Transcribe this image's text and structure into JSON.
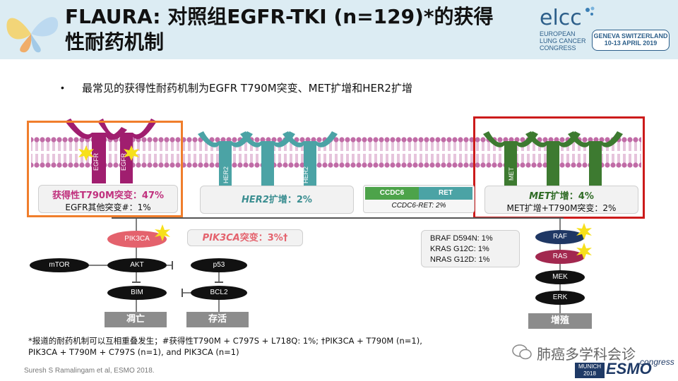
{
  "header": {
    "title_line1": "FLAURA: 对照组EGFR-TKI (n=129)*的获得",
    "title_line2": "性耐药机制",
    "conf_logo": "elcc",
    "conf_lines": [
      "EUROPEAN",
      "LUNG CANCER",
      "CONGRESS"
    ],
    "conf_location": "GENEVA SWITZERLAND",
    "conf_dates": "10-13 APRIL 2019"
  },
  "bullet": "最常见的获得性耐药机制为EGFR T790M突变、MET扩增和HER2扩增",
  "egfr": {
    "receptor_label": "EGFR",
    "t790m": "获得性T790M突变：47%",
    "other": "EGFR其他突变#：1%"
  },
  "her2": {
    "receptor_label": "HER2",
    "amp_italic": "HER2",
    "amp_text": "扩增：2%"
  },
  "ccdc6": {
    "left_label": "CCDC6",
    "right_label": "RET",
    "fusion": "CCDC6-RET: 2%"
  },
  "met": {
    "receptor_label": "MET",
    "amp_italic": "MET",
    "amp_text": "扩增：4%",
    "combo": "MET扩增+T790M突变：2%"
  },
  "pathway": {
    "pik3ca": "PIK3CA",
    "pik3ca_mut_italic": "PIK3CA",
    "pik3ca_mut_text": "突变：3%†",
    "mtor": "mTOR",
    "akt": "AKT",
    "p53": "p53",
    "bim": "BIM",
    "bcl2": "BCL2",
    "apoptosis": "凋亡",
    "survival": "存活",
    "raf": "RAF",
    "ras": "RAS",
    "mek": "MEK",
    "erk": "ERK",
    "proliferation": "增殖",
    "braf": "BRAF D594N: 1%",
    "kras": "KRAS G12C: 1%",
    "nras": "NRAS G12D: 1%"
  },
  "footnote": {
    "line1": "*报道的耐药机制可以互相重叠发生；#获得性T790M + C797S + L718Q: 1%; †PIK3CA + T790M (n=1),",
    "line2": "PIK3CA + T790M + C797S (n=1), and PIK3CA (n=1)"
  },
  "source": "Suresh S Ramalingam et al, ESMO 2018.",
  "watermark": "肺癌多学科会诊",
  "esmo": {
    "city": "MUNICH",
    "year": "2018",
    "brand": "ESMO",
    "congress": "congress"
  },
  "colors": {
    "egfr": "#a01e6f",
    "her2": "#4ba3a5",
    "met": "#3d7a30",
    "membrane": "#c06ba6",
    "orange_box": "#f07e2c",
    "red_box": "#cc1b1b",
    "header_bg": "#dcecf3"
  }
}
